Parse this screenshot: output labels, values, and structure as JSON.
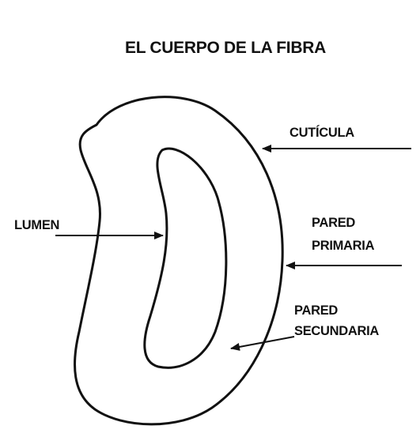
{
  "title": "EL CUERPO DE LA FIBRA",
  "labels": {
    "cuticula": "CUTÍCULA",
    "lumen": "LUMEN",
    "pared_primaria_1": "PARED",
    "pared_primaria_2": "PRIMARIA",
    "pared_secundaria_1": "PARED",
    "pared_secundaria_2": "SECUNDARIA"
  }
}
